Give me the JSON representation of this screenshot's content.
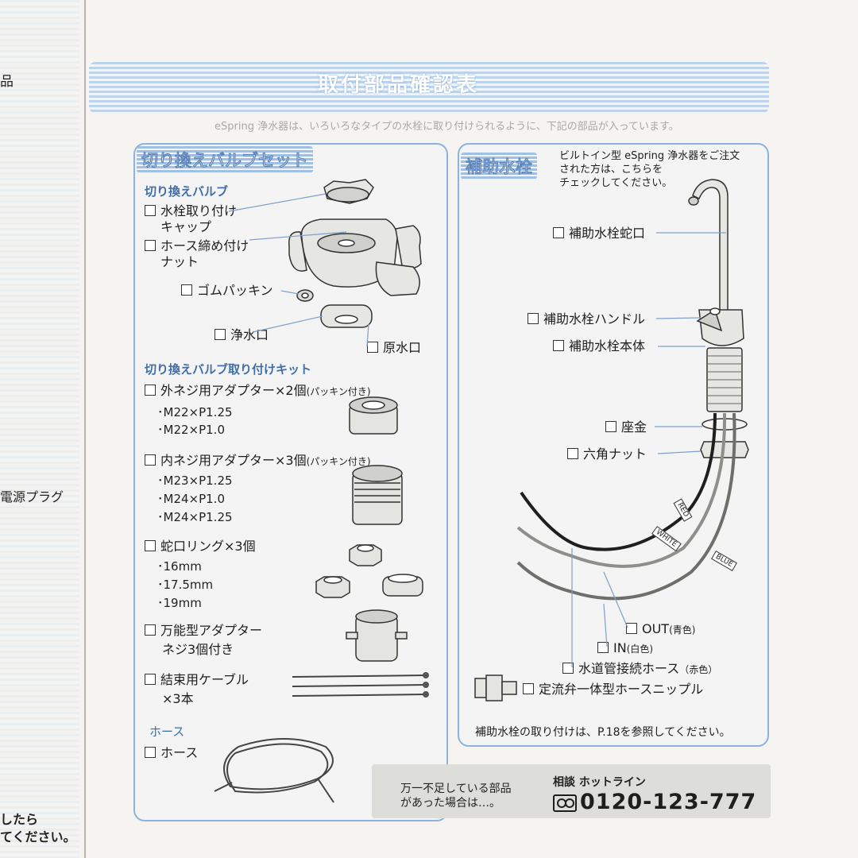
{
  "left_page": {
    "fragment_top": "品",
    "fragment_plug": "電源プラグ",
    "fragment_bottom_1": "したら",
    "fragment_bottom_2": "てください。"
  },
  "header": {
    "title": "取付部品確認表"
  },
  "intro_faint": "eSpring 浄水器は、いろいろなタイプの水栓に取り付けられるように、下記の部品が入っています。",
  "left_panel": {
    "title": "切り換えバルブセット",
    "section_valve": "切り換えバルブ",
    "valve_items": [
      {
        "label": "水栓取り付け"
      },
      {
        "label": "キャップ"
      },
      {
        "label": "ホース締め付け"
      },
      {
        "label": "ナット"
      },
      {
        "label": "ゴムパッキン"
      },
      {
        "label": "浄水口"
      },
      {
        "label": "原水口"
      }
    ],
    "section_kit": "切り換えバルブ取り付けキット",
    "outer_adapter": {
      "label": "外ネジ用アダプター×2個",
      "note": "(パッキン付き)",
      "specs": [
        "･M22×P1.25",
        "･M22×P1.0"
      ]
    },
    "inner_adapter": {
      "label": "内ネジ用アダプター×3個",
      "note": "(パッキン付き)",
      "specs": [
        "･M23×P1.25",
        "･M24×P1.0",
        "･M24×P1.25"
      ]
    },
    "faucet_ring": {
      "label": "蛇口リング×3個",
      "specs": [
        "･16mm",
        "･17.5mm",
        "･19mm"
      ]
    },
    "universal_adapter": {
      "label": "万能型アダプター",
      "sub": "ネジ3個付き"
    },
    "cable": {
      "label": "結束用ケーブル",
      "sub": "×3本"
    },
    "section_hose": "ホース",
    "hose": {
      "label": "ホース"
    }
  },
  "right_panel": {
    "title": "補助水栓",
    "intro": [
      "ビルトイン型 eSpring 浄水器をご注文",
      "された方は、こちらを",
      "チェックしてください。"
    ],
    "items": {
      "spout": "補助水栓蛇口",
      "handle": "補助水栓ハンドル",
      "body": "補助水栓本体",
      "washer": "座金",
      "hex_nut": "六角ナット",
      "out": "OUT",
      "out_note": "(青色)",
      "in": "IN",
      "in_note": "(白色)",
      "water_hose": "水道管接続ホース",
      "water_hose_note": "（赤色）",
      "nipple": "定流弁一体型ホースニップル"
    },
    "wire_tags": [
      "RED",
      "WHITE",
      "BLUE"
    ],
    "install_note": "補助水栓の取り付けは、P.18を参照してください。"
  },
  "footer": {
    "missing_note": [
      "万一不足している部品",
      "があった場合は…。"
    ],
    "hotline_label": "相談 ホットライン",
    "phone": "0120-123-777"
  }
}
